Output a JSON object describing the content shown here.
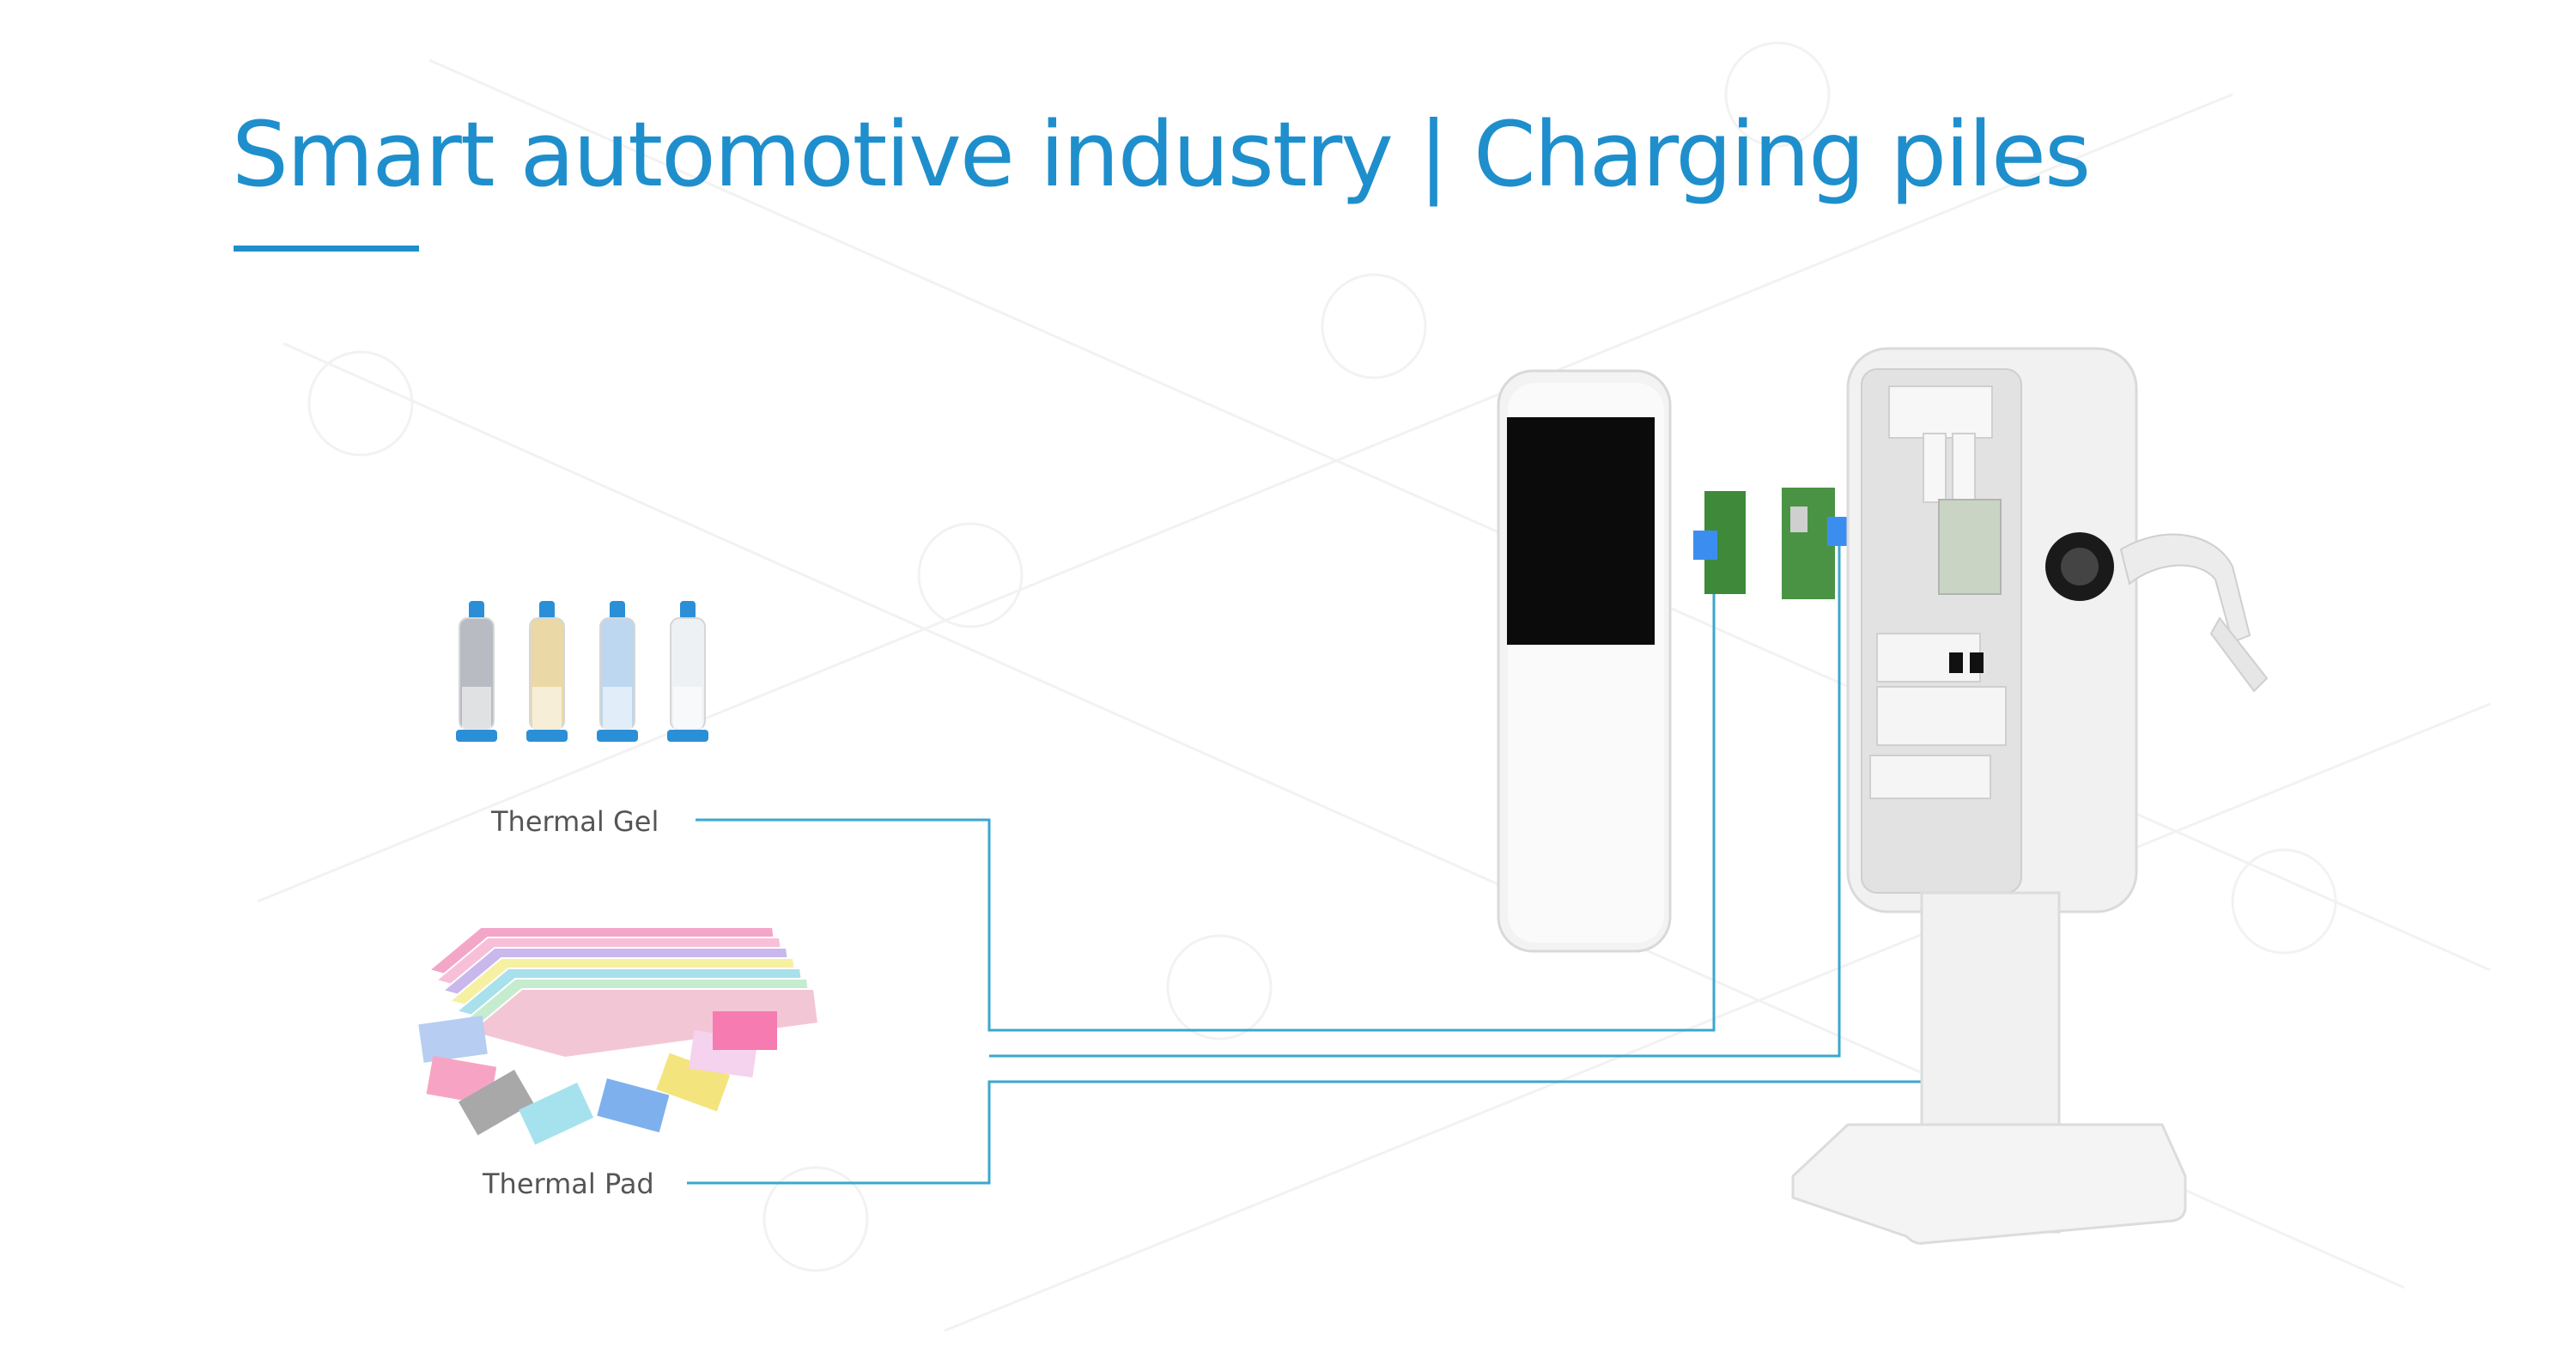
{
  "title": "Smart automotive industry | Charging piles",
  "labels": {
    "gel": "Thermal Gel",
    "pad": "Thermal Pad"
  },
  "colors": {
    "accent": "#1e8fcc",
    "connector_line": "#3aa7cf",
    "thermal_material_marker": "#3b8ef0",
    "pcb": "#3e8a3a",
    "screen": "#0b0b0b",
    "device_body": "#f1f1f1"
  },
  "gel_syringe_colors": [
    "#b8bcc2",
    "#ead9a6",
    "#bcd7ef",
    "#eef1f4"
  ],
  "pad_sheet_colors": [
    "#f4a6c8",
    "#f7c0d8",
    "#c8b8ec",
    "#f6f0a2",
    "#a8e0ec",
    "#c6ecd0",
    "#f3c6d6"
  ],
  "pad_square_colors": [
    "#b7cdf1",
    "#f7a4c4",
    "#a8a8a8",
    "#a6e2ee",
    "#7fb0ee",
    "#f4e47e",
    "#f5d2ee",
    "#f57bb0"
  ]
}
